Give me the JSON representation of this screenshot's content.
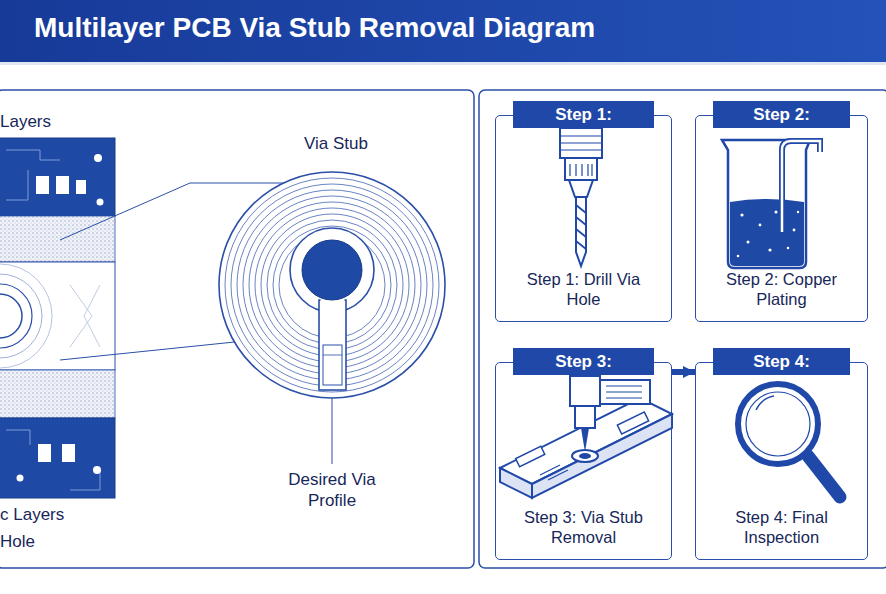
{
  "diagram": {
    "title": "Multilayer PCB Via Stub Removal Diagram",
    "nodes": [
      {
        "text": [
          "Step 1:",
          "Step 1: Drill Via Hole"
        ]
      },
      {
        "text": [
          "Step 2:",
          "Step 2: Copper Plating"
        ]
      },
      {
        "text": [
          "Step 3:",
          "Step 3: Via Stub Removal"
        ]
      },
      {
        "text": [
          "Step 4:",
          "Step 4: Final Inspection"
        ]
      }
    ],
    "edges": [
      {
        "from": 2,
        "to": 3,
        "arrow": "to"
      }
    ],
    "labels": [
      "Layers",
      "Via Stub",
      "Desired Via Profile",
      "c Layers",
      "Hole"
    ]
  }
}
